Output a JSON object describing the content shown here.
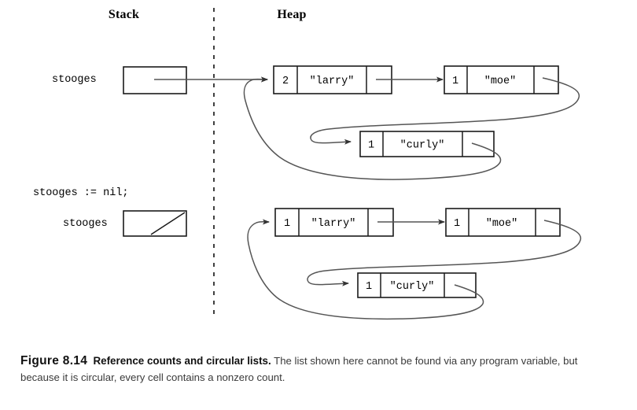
{
  "figure": {
    "label": "Figure 8.14",
    "title": "Reference counts and circular lists.",
    "body": " The list shown here cannot be found via any program variable, but because it is circular, every cell contains a nonzero count."
  },
  "headers": {
    "stack": "Stack",
    "heap": "Heap"
  },
  "colors": {
    "ink": "#000000",
    "box_stroke": "#1a1a1a",
    "arrow": "#555555",
    "divider": "#111111",
    "caption_body": "#3a3a3a"
  },
  "panels": [
    {
      "id": "before",
      "stack_label": "stooges",
      "stack_box_state": "pointer",
      "cells": [
        {
          "name": "larry",
          "count": "2",
          "value": "\"larry\""
        },
        {
          "name": "moe",
          "count": "1",
          "value": "\"moe\""
        },
        {
          "name": "curly",
          "count": "1",
          "value": "\"curly\""
        }
      ]
    },
    {
      "id": "after",
      "statement": "stooges := nil;",
      "stack_label": "stooges",
      "stack_box_state": "nil",
      "cells": [
        {
          "name": "larry",
          "count": "1",
          "value": "\"larry\""
        },
        {
          "name": "moe",
          "count": "1",
          "value": "\"moe\""
        },
        {
          "name": "curly",
          "count": "1",
          "value": "\"curly\""
        }
      ]
    }
  ]
}
